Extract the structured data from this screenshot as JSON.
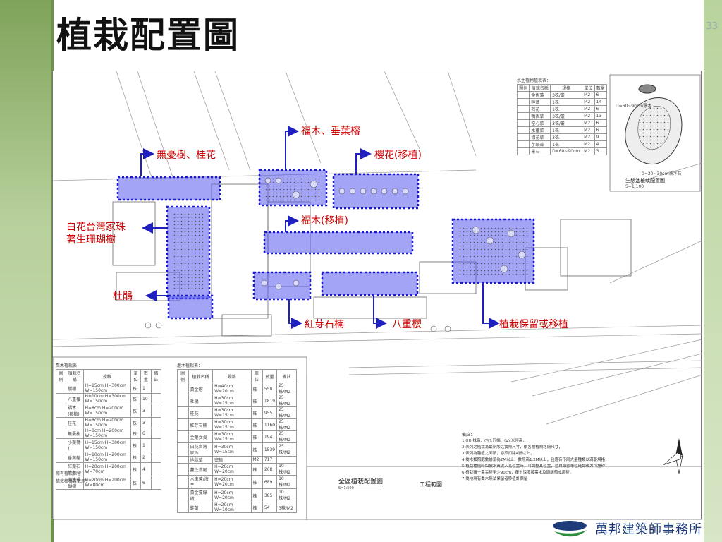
{
  "slide": {
    "title": "植栽配置圖",
    "page_number": "33"
  },
  "callouts": [
    {
      "id": "fuki",
      "text": "福木、垂葉榕"
    },
    {
      "id": "wuyou",
      "text": "無憂樹、桂花"
    },
    {
      "id": "sakura",
      "text": "櫻花(移植)"
    },
    {
      "id": "fuki2",
      "text": "福木(移植)"
    },
    {
      "id": "baihua",
      "text": "白花台灣家珠\n著生珊瑚樹"
    },
    {
      "id": "dujuan",
      "text": "杜鵑"
    },
    {
      "id": "hongya",
      "text": "紅芽石楠"
    },
    {
      "id": "bachong",
      "text": "八重櫻"
    },
    {
      "id": "keep",
      "text": "植栽保留或移植"
    }
  ],
  "drawing": {
    "main_caption": "全區植栽配置圖",
    "scale_note": "S=1:500",
    "range_caption": "工程範圍",
    "pond_caption": "生態池植栽配置圖",
    "pond_scale": "S=1:100",
    "pond_dim_1": "D=60~90cm漂木",
    "pond_dim_2": "0=20~30cm漂浮石",
    "notes_title": "備註：",
    "notes": [
      "1.(H):株高、(W):冠幅、(φ):米徑高，",
      "2.表列之植栽為最新版之實際尺寸，依各種植規格繪尺寸，",
      "3.表列為種植之面積，必須扣除4號以上，",
      "4.喬木類照肥數據須為2M以上，數照高1.2M以上，且應有不同大量種類以滿蔓規格，",
      "5.植栽種植時如被水黃泥入孔位置時，可調整其位置，並與細觀單位確認後方可施作，",
      "6.植栽覆土需完整至少90cm，覆土深度按需求及周端預成調整，",
      "7.喬地現有喬木無法保留者移植計保留"
    ],
    "tree_table_title": "喬木植栽表：",
    "tree_table_headers": [
      "圖例",
      "植栽名稱",
      "規格",
      "單位",
      "數量",
      "備註"
    ],
    "tree_table_rows": [
      [
        "",
        "櫻樹",
        "H=15cm H=300cm W=150cm",
        "株",
        "1",
        ""
      ],
      [
        "",
        "八重櫻",
        "H=10cm H=300cm W=150cm",
        "株",
        "10",
        ""
      ],
      [
        "",
        "福木(移植)",
        "H=8cm H=200cm W=150cm",
        "株",
        "3",
        ""
      ],
      [
        "",
        "桂花",
        "H=8cm H=200cm W=150cm",
        "株",
        "3",
        ""
      ],
      [
        "",
        "無憂樹",
        "H=8cm H=200cm W=150cm",
        "株",
        "6",
        ""
      ],
      [
        "",
        "小葉欖仁",
        "H=15cm H=300cm W=150cm",
        "株",
        "1",
        ""
      ],
      [
        "",
        "垂葉榕",
        "H=10cm H=200cm W=150cm",
        "株",
        "2",
        ""
      ],
      [
        "",
        "紅葉石竹有",
        "H=20cm H=200cm W=70cm",
        "株",
        "4",
        ""
      ],
      [
        "",
        "蘭生珊瑚樹",
        "H=20cm H=200cm W=80cm",
        "株",
        "6",
        ""
      ]
    ],
    "tree_table_footer": [
      "原有植栽保留：",
      "植栽移植表數示："
    ],
    "shrub_table_title": "灌木植栽表：",
    "shrub_table_headers": [
      "圖例",
      "植栽名稱",
      "規格",
      "單位",
      "數量",
      "備註"
    ],
    "shrub_table_rows": [
      [
        "",
        "黃金榕",
        "H=40cm W=20cm",
        "株",
        "550",
        "25株/M2"
      ],
      [
        "",
        "杜鵑",
        "H=30cm W=15cm",
        "株",
        "1819",
        "25株/M2"
      ],
      [
        "",
        "桂花",
        "H=30cm W=15cm",
        "株",
        "955",
        "25株/M2"
      ],
      [
        "",
        "紅芽石楠",
        "H=30cm W=15cm",
        "株",
        "1160",
        "25株/M2"
      ],
      [
        "",
        "金葉女貞",
        "H=30cm W=15cm",
        "株",
        "194",
        "25株/M2"
      ],
      [
        "",
        "白花台灣家珠",
        "H=30cm W=15cm",
        "株",
        "1539",
        "25株/M2"
      ],
      [
        "",
        "地毯草",
        "密植",
        "M2",
        "717",
        ""
      ],
      [
        "",
        "蔓性鳶尾",
        "H=20cm W=20cm",
        "株",
        "268",
        "10株/M2"
      ],
      [
        "",
        "水鬼蕉/海芋",
        "H=20cm W=20cm",
        "株",
        "689",
        "10株/M2"
      ],
      [
        "",
        "黃金蔓綠絨",
        "H=20cm W=20cm",
        "株",
        "385",
        "10株/M2"
      ],
      [
        "",
        "蚌蘭",
        "H=20cm W=10cm",
        "株",
        "54",
        "3株/M2"
      ]
    ],
    "aquatic_table_title": "水生植物植栽表：",
    "aquatic_table_headers": [
      "圖例",
      "植栽名稱",
      "規格",
      "單位",
      "數量"
    ],
    "aquatic_table_rows": [
      [
        "",
        "金魚藻",
        "3株/叢",
        "M2",
        "6"
      ],
      [
        "",
        "睡蓮",
        "1株",
        "M2",
        "14"
      ],
      [
        "",
        "荷花",
        "1株",
        "M2",
        "6"
      ],
      [
        "",
        "鴨舌草",
        "3株/叢",
        "M2",
        "13"
      ],
      [
        "",
        "空心菜",
        "3株/叢",
        "M2",
        "6"
      ],
      [
        "",
        "水蕹菜",
        "1株",
        "M2",
        "6"
      ],
      [
        "",
        "穗花草",
        "3株",
        "M2",
        "9"
      ],
      [
        "",
        "芋頭藻",
        "1株",
        "M2",
        "4"
      ],
      [
        "",
        "景石",
        "D=60~90cm",
        "M2",
        "3"
      ]
    ]
  },
  "footer": {
    "company": "萬邦建築師事務所"
  },
  "colors": {
    "callout_text": "#cc0000",
    "highlight": "#3a3ad9",
    "arrow": "#2020c0"
  }
}
